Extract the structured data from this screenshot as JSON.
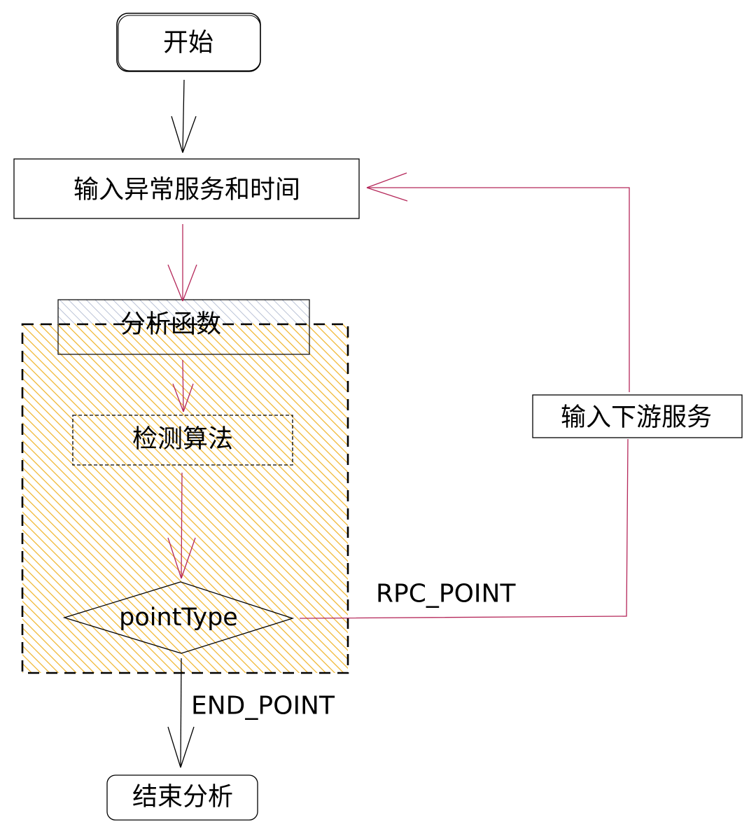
{
  "diagram": {
    "nodes": {
      "start": "开始",
      "input_service_time": "输入异常服务和时间",
      "analysis_function": "分析函数",
      "detection_algorithm": "检测算法",
      "point_type": "pointType",
      "input_downstream": "输入下游服务",
      "end_analysis": "结束分析"
    },
    "edges": {
      "rpc_point": "RPC_POINT",
      "end_point": "END_POINT"
    },
    "colors": {
      "hatch_orange": "#f0b429",
      "hatch_blue": "#9aa8c8",
      "flow_red": "#b5285a",
      "outline": "#000000"
    }
  }
}
